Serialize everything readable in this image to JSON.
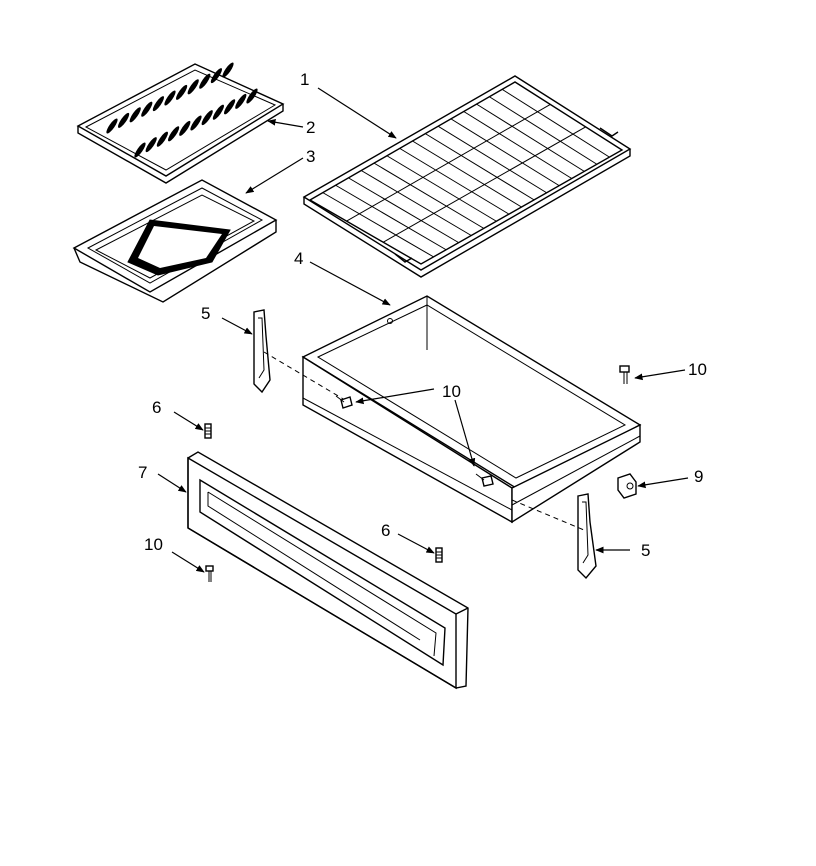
{
  "callouts": [
    {
      "id": "c1",
      "label": "1",
      "part": "oven-rack"
    },
    {
      "id": "c2",
      "label": "2",
      "part": "broiler-grid"
    },
    {
      "id": "c3",
      "label": "3",
      "part": "broiler-pan"
    },
    {
      "id": "c4",
      "label": "4",
      "part": "storage-drawer"
    },
    {
      "id": "c5a",
      "label": "5",
      "part": "drawer-slide-left"
    },
    {
      "id": "c5b",
      "label": "5",
      "part": "drawer-slide-right"
    },
    {
      "id": "c6a",
      "label": "6",
      "part": "stud-left"
    },
    {
      "id": "c6b",
      "label": "6",
      "part": "stud-right"
    },
    {
      "id": "c7",
      "label": "7",
      "part": "drawer-front-panel"
    },
    {
      "id": "c9",
      "label": "9",
      "part": "drawer-stop"
    },
    {
      "id": "c10a",
      "label": "10",
      "part": "screw-upper-right"
    },
    {
      "id": "c10b",
      "label": "10",
      "part": "screws-drawer-side"
    },
    {
      "id": "c10c",
      "label": "10",
      "part": "screw-lower-left"
    }
  ]
}
